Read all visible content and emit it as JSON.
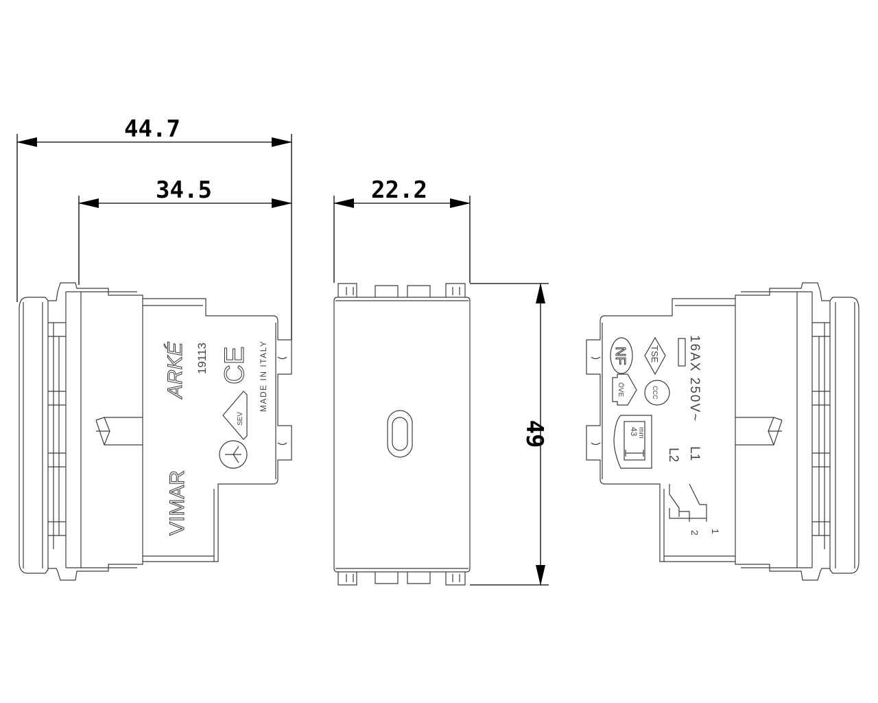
{
  "dimensions": {
    "overall_depth": "44.7",
    "body_depth": "34.5",
    "width": "22.2",
    "height": "49"
  },
  "left_view": {
    "brand": "VIMAR",
    "series": "ARKÉ",
    "code": "19113",
    "ce_mark": "CE",
    "sev_mark": "SEV",
    "origin": "MADE IN ITALY"
  },
  "right_view": {
    "nf_mark": "NF",
    "tse_mark": "TSE",
    "ove_mark": "ÖVE",
    "ccc_mark": "CCC",
    "rating": "16AX 250V~",
    "terminal_l1": "L1",
    "terminal_l2": "L2",
    "strip_length": "43",
    "strip_unit": "mm",
    "contact_1": "1",
    "contact_2": "2"
  }
}
